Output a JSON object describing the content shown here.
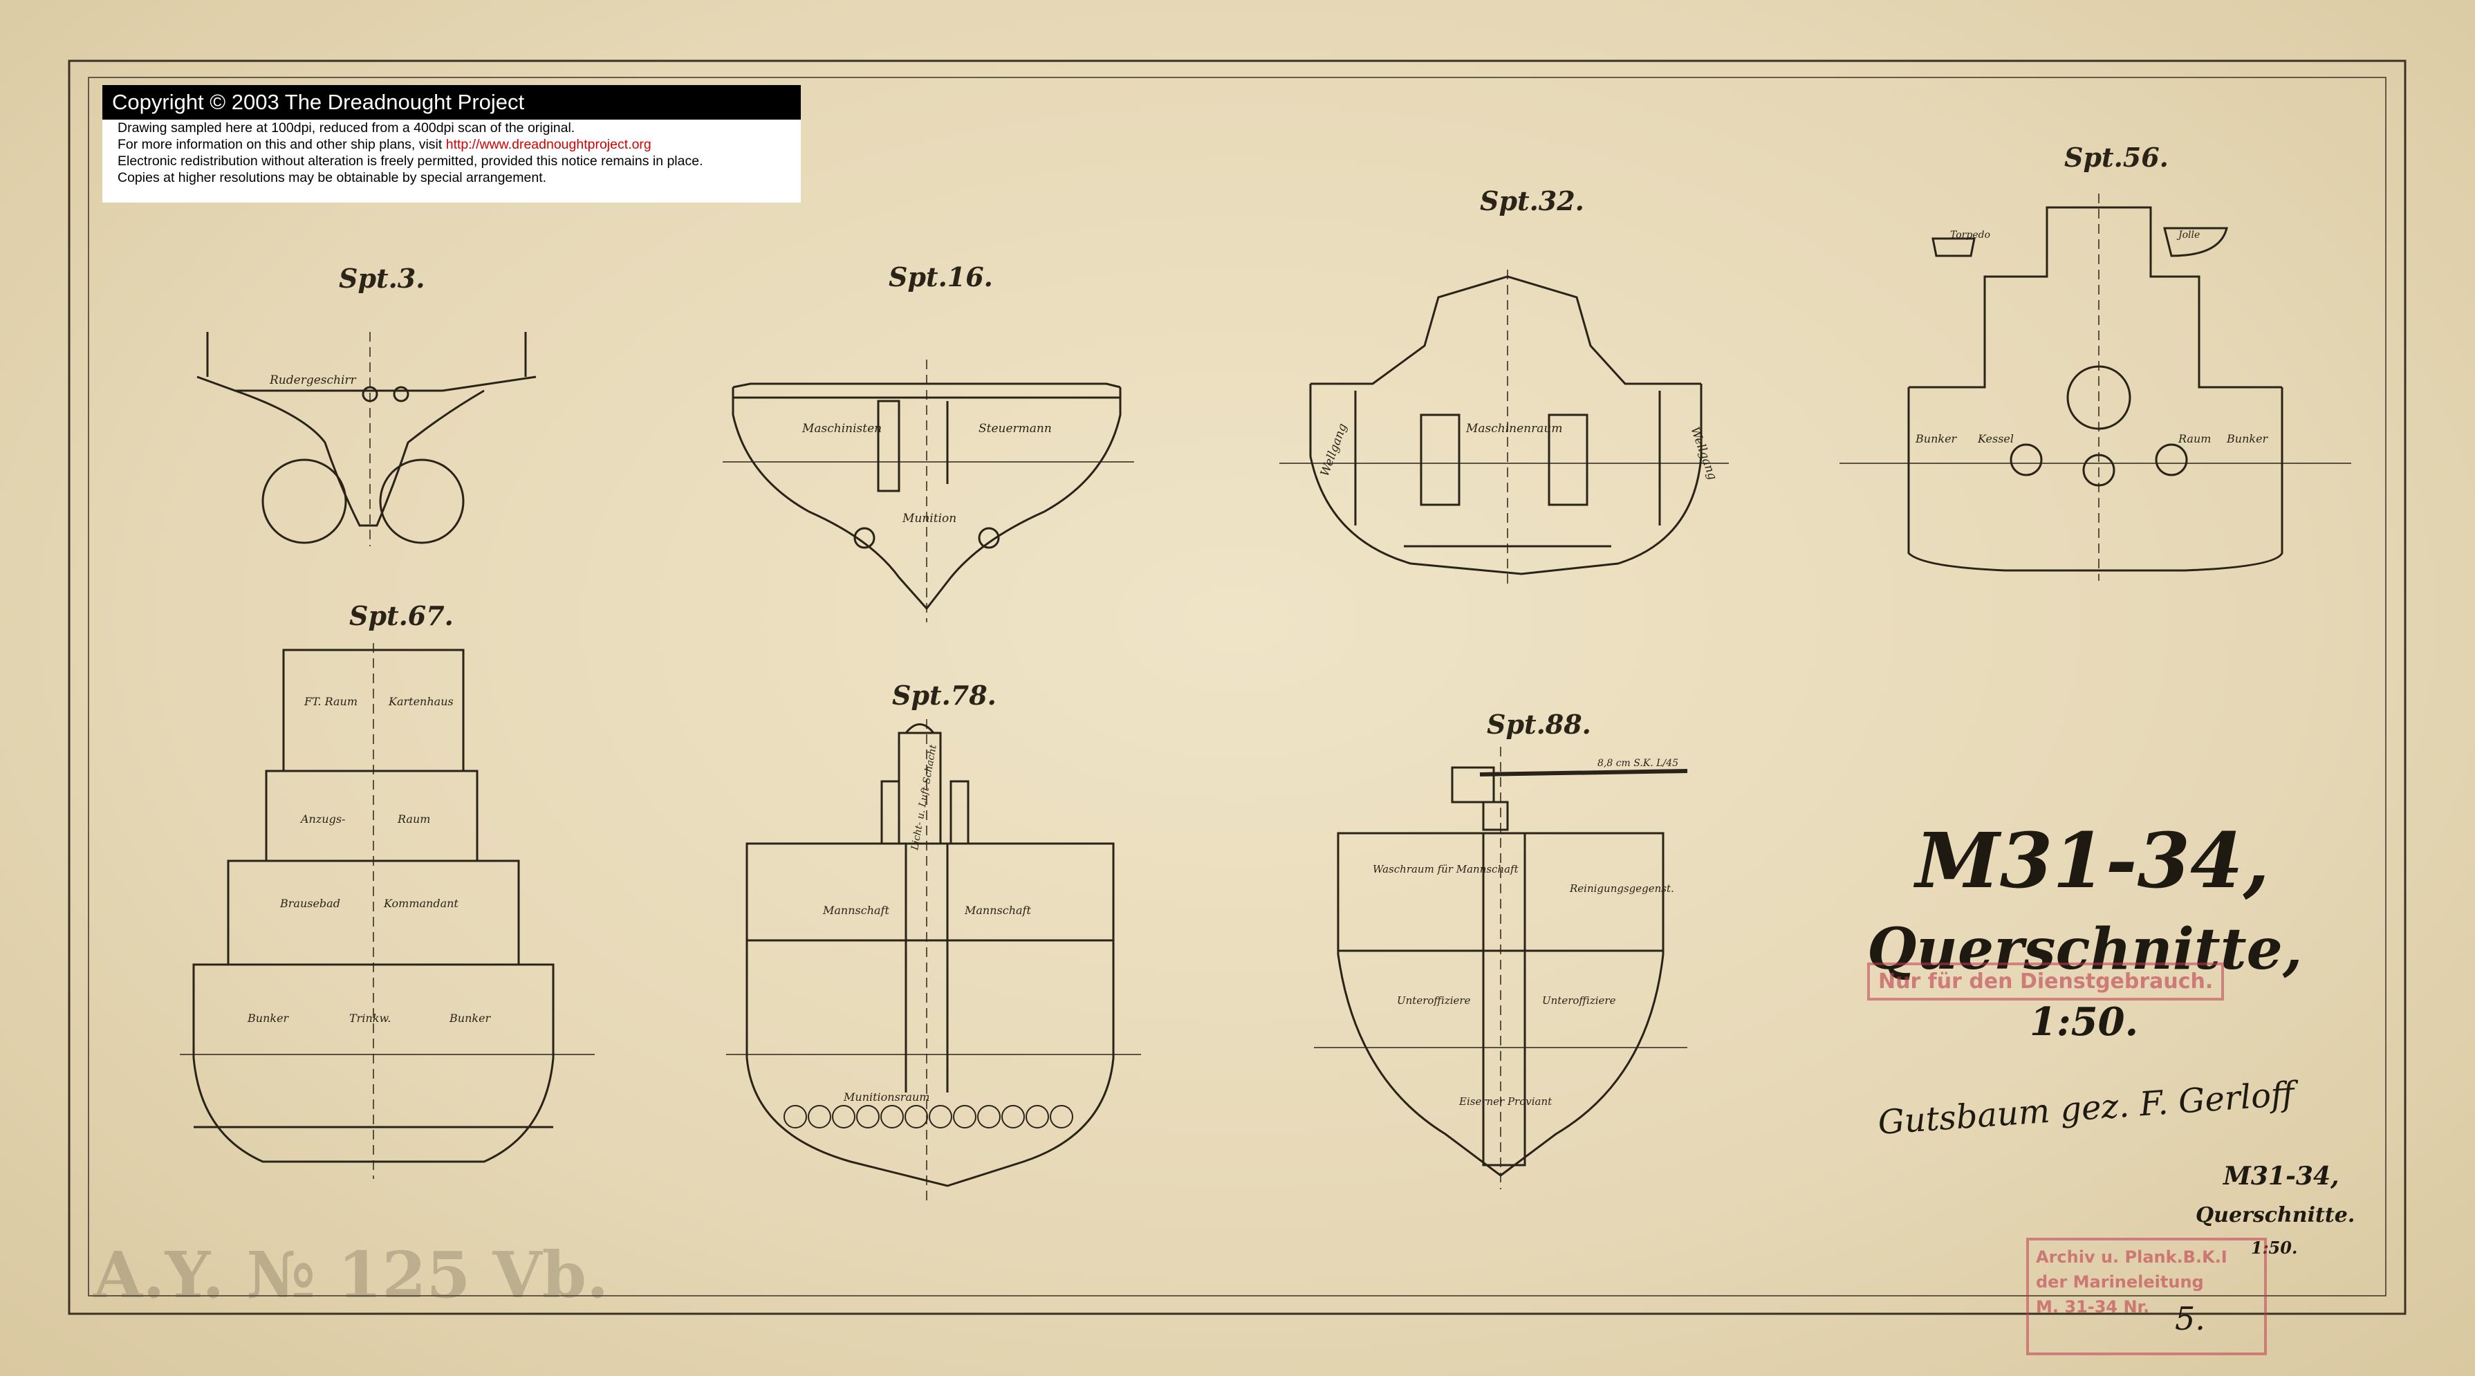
{
  "notice": {
    "title": "Copyright © 2003 The Dreadnought Project",
    "line1": "Drawing sampled here at 100dpi, reduced from a 400dpi scan of the original.",
    "line2_prefix": "For more information on this and other ship plans, visit ",
    "line2_url": "http://www.dreadnoughtproject.org",
    "line3": "Electronic redistribution without alteration is freely permitted, provided this notice remains in place.",
    "line4": "Copies at higher resolutions may be obtainable by special arrangement."
  },
  "sections": {
    "spt3": {
      "title": "Spt.3.",
      "labels": [
        "Rudergeschirr"
      ]
    },
    "spt16": {
      "title": "Spt.16.",
      "labels": [
        "Maschinisten",
        "Steuermann",
        "Munition"
      ]
    },
    "spt32": {
      "title": "Spt.32.",
      "labels": [
        "Maschinenraum",
        "Wellgang",
        "Wellgang"
      ]
    },
    "spt56": {
      "title": "Spt.56.",
      "labels": [
        "Torpedo",
        "Jolle",
        "Bunker",
        "Kessel",
        "Raum",
        "Bunker"
      ]
    },
    "spt67": {
      "title": "Spt.67.",
      "labels": [
        "FT. Raum",
        "Kartenhaus",
        "Anzugs-",
        "Raum",
        "Brausebad",
        "Kommandant",
        "Bunker",
        "Trinkw.",
        "Bunker"
      ]
    },
    "spt78": {
      "title": "Spt.78.",
      "labels": [
        "Mannschaft",
        "Mannschaft",
        "Licht- u. Luft-Schacht",
        "Munitionsraum"
      ]
    },
    "spt88": {
      "title": "Spt.88.",
      "labels": [
        "8,8 cm S.K. L/45",
        "Waschraum für Mannschaft",
        "Reinigungsgegenst.",
        "Unteroffiziere",
        "Unteroffiziere",
        "Eiserner Proviant"
      ]
    }
  },
  "title_block": {
    "main": "M31-34,",
    "sub": "Querschnitte,",
    "scale": "1:50.",
    "signature": "Gutsbaum gez. F. Gerloff",
    "small_main": "M31-34,",
    "small_sub": "Querschnitte.",
    "small_scale": "1:50.",
    "sheet_no": "5."
  },
  "stamps": {
    "restricted": "Nur für den Dienstgebrauch.",
    "archive_line1": "Archiv u. Plank.B.K.I",
    "archive_line2": "der Marineleitung",
    "archive_line3": "M. 31-34 Nr."
  },
  "watermark": "A.Y. № 125 Vb.",
  "colors": {
    "paper": "#e9dcbc",
    "ink": "#2a2418",
    "stamp": "#be3c50"
  }
}
